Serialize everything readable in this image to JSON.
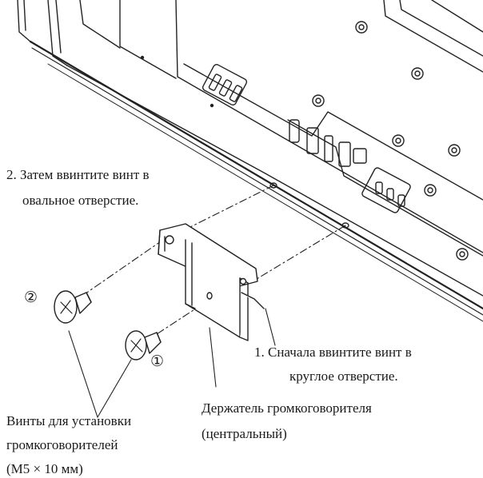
{
  "diagram": {
    "step2_line1": "2. Затем ввинтите винт в",
    "step2_line2": "овальное отверстие.",
    "step1_line1": "1. Сначала ввинтите винт в",
    "step1_line2": "круглое отверстие.",
    "holder_line1": "Держатель громкоговорителя",
    "holder_line2": "(центральный)",
    "screws_line1": "Винты для установки",
    "screws_line2": "громкоговорителей",
    "screws_line3": "(M5 × 10 мм)",
    "marker_2": "②",
    "marker_1": "①"
  }
}
